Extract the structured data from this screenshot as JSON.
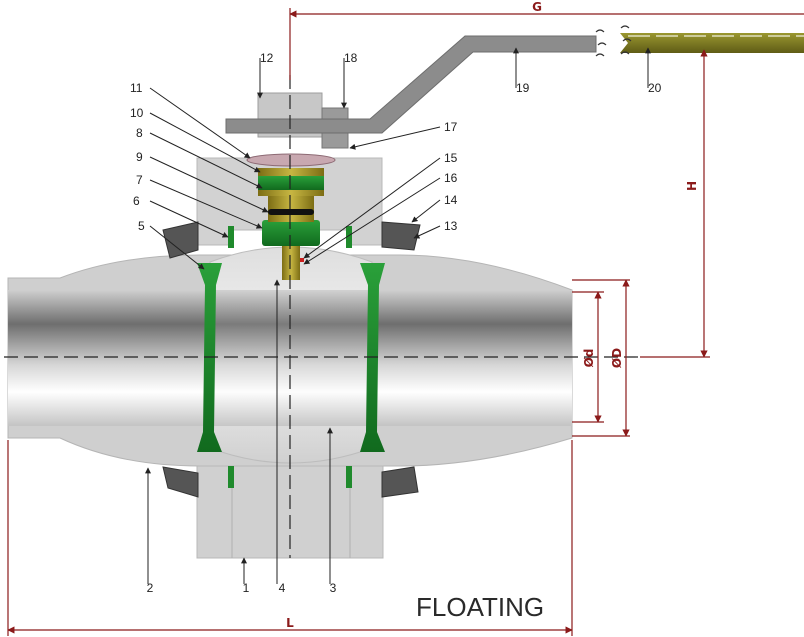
{
  "diagram": {
    "title": "FLOATING",
    "dimensions": {
      "G": "G",
      "H": "H",
      "L": "L",
      "d": "Ød",
      "D": "ØD"
    },
    "callouts": [
      "1",
      "2",
      "3",
      "4",
      "5",
      "6",
      "7",
      "8",
      "9",
      "10",
      "11",
      "12",
      "13",
      "14",
      "15",
      "16",
      "17",
      "18",
      "19",
      "20"
    ],
    "colors": {
      "body": "#cfcfcf",
      "pipe": "#8c8c8c",
      "seat": "#1f8a2c",
      "stem": "#9b8a24",
      "gland": "#c8a8b0",
      "handle": "#8a8a8a",
      "handle_cap": "#7d7a2a",
      "dimension": "#8b1a1a",
      "centerline": "#222222"
    }
  }
}
